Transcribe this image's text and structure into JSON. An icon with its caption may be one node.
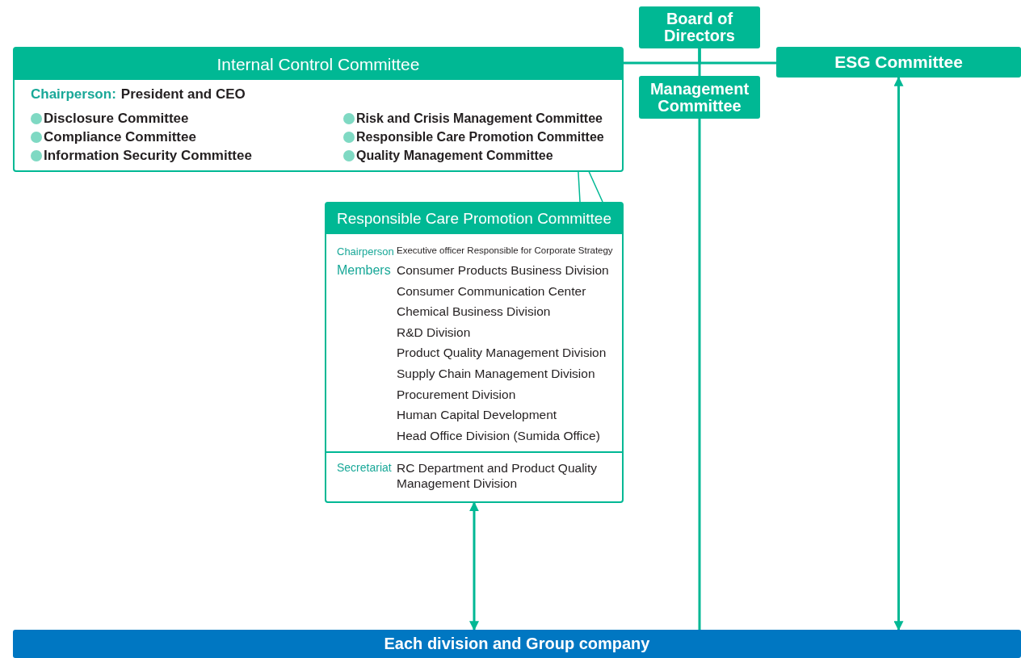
{
  "diagram": {
    "nodes": [
      {
        "text": [
          "Board of Directors"
        ]
      },
      {
        "text": [
          "Internal Control Committee",
          "Chairperson:",
          "President and CEO",
          "Disclosure Committee",
          "Risk and Crisis Management Committee",
          "Compliance Committee",
          "Responsible Care Promotion Committee",
          "Information Security Committee",
          "Quality Management Committee"
        ]
      },
      {
        "text": [
          "Management Committee"
        ]
      },
      {
        "text": [
          "ESG Committee"
        ]
      },
      {
        "text": [
          "Responsible Care Promotion Committee",
          "Chairperson",
          "Executive officer Responsible for Corporate Strategy",
          "Members",
          "Consumer Products Business Division",
          "Consumer Communication Center",
          "Chemical Business Division",
          "R&D Division",
          "Product Quality Management Division",
          "Supply Chain Management Division",
          "Procurement Division",
          "Human Capital Development",
          "Head Office Division (Sumida Office)",
          "Secretariat",
          "RC Department and Product Quality Management Division"
        ]
      },
      {
        "text": [
          "Each division and Group company"
        ]
      }
    ],
    "edges": [
      {
        "from": 0,
        "to": 1,
        "arrow": "none"
      },
      {
        "from": 0,
        "to": 3,
        "arrow": "none"
      },
      {
        "from": 0,
        "to": 2,
        "arrow": "none"
      },
      {
        "from": 2,
        "to": 5,
        "arrow": "none"
      },
      {
        "from": 3,
        "to": 5,
        "arrow": "both"
      },
      {
        "from": 4,
        "to": 5,
        "arrow": "both"
      },
      {
        "from": 1,
        "to": 4,
        "arrow": "none"
      }
    ]
  }
}
